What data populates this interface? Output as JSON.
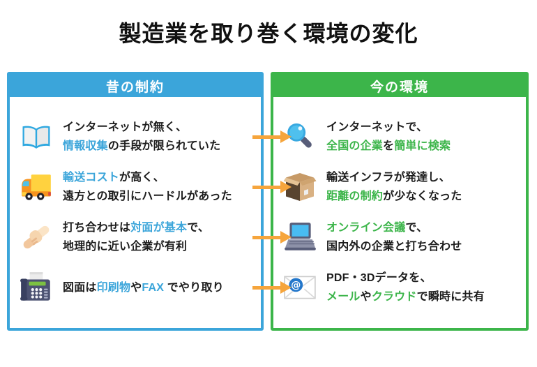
{
  "title": "製造業を取り巻く環境の変化",
  "colors": {
    "old_accent": "#3BA5DA",
    "new_accent": "#3CB54A",
    "arrow": "#F6A53C",
    "text": "#1C1C1C",
    "header_text": "#FFFFFF"
  },
  "arrows": {
    "count": 4,
    "icon": "arrow-right-icon"
  },
  "columns": {
    "left": {
      "header": "昔の制約",
      "rows": [
        {
          "icon": "book-icon",
          "lines": [
            [
              {
                "t": "インターネットが無く、",
                "c": "d"
              }
            ],
            [
              {
                "t": "情報収集",
                "c": "a"
              },
              {
                "t": "の手段が限られていた",
                "c": "d"
              }
            ]
          ]
        },
        {
          "icon": "truck-icon",
          "lines": [
            [
              {
                "t": "輸送コスト",
                "c": "a"
              },
              {
                "t": "が高く、",
                "c": "d"
              }
            ],
            [
              {
                "t": "遠方との取引にハードルがあった",
                "c": "d"
              }
            ]
          ]
        },
        {
          "icon": "handshake-icon",
          "lines": [
            [
              {
                "t": "打ち合わせは",
                "c": "d"
              },
              {
                "t": "対面が基本",
                "c": "a"
              },
              {
                "t": "で、",
                "c": "d"
              }
            ],
            [
              {
                "t": "地理的に近い企業が有利",
                "c": "d"
              }
            ]
          ]
        },
        {
          "icon": "fax-icon",
          "lines": [
            [
              {
                "t": "図面は",
                "c": "d"
              },
              {
                "t": "印刷物",
                "c": "a"
              },
              {
                "t": "や",
                "c": "d"
              },
              {
                "t": "FAX",
                "c": "a"
              },
              {
                "t": " でやり取り",
                "c": "d"
              }
            ]
          ]
        }
      ]
    },
    "right": {
      "header": "今の環境",
      "rows": [
        {
          "icon": "magnifier-icon",
          "lines": [
            [
              {
                "t": "インターネットで、",
                "c": "d"
              }
            ],
            [
              {
                "t": "全国の企業",
                "c": "a"
              },
              {
                "t": "を",
                "c": "d"
              },
              {
                "t": "簡単に検索",
                "c": "a"
              }
            ]
          ]
        },
        {
          "icon": "package-icon",
          "lines": [
            [
              {
                "t": "輸送インフラが発達し、",
                "c": "d"
              }
            ],
            [
              {
                "t": "距離の制約",
                "c": "a"
              },
              {
                "t": "が少なくなった",
                "c": "d"
              }
            ]
          ]
        },
        {
          "icon": "laptop-icon",
          "lines": [
            [
              {
                "t": "オンライン会議",
                "c": "a"
              },
              {
                "t": "で、",
                "c": "d"
              }
            ],
            [
              {
                "t": "国内外の企業と打ち合わせ",
                "c": "d"
              }
            ]
          ]
        },
        {
          "icon": "email-icon",
          "lines": [
            [
              {
                "t": "PDF・3Dデータを、",
                "c": "d"
              }
            ],
            [
              {
                "t": "メール",
                "c": "a"
              },
              {
                "t": "や",
                "c": "d"
              },
              {
                "t": "クラウド",
                "c": "a"
              },
              {
                "t": "で瞬時に共有",
                "c": "d"
              }
            ]
          ]
        }
      ]
    }
  }
}
